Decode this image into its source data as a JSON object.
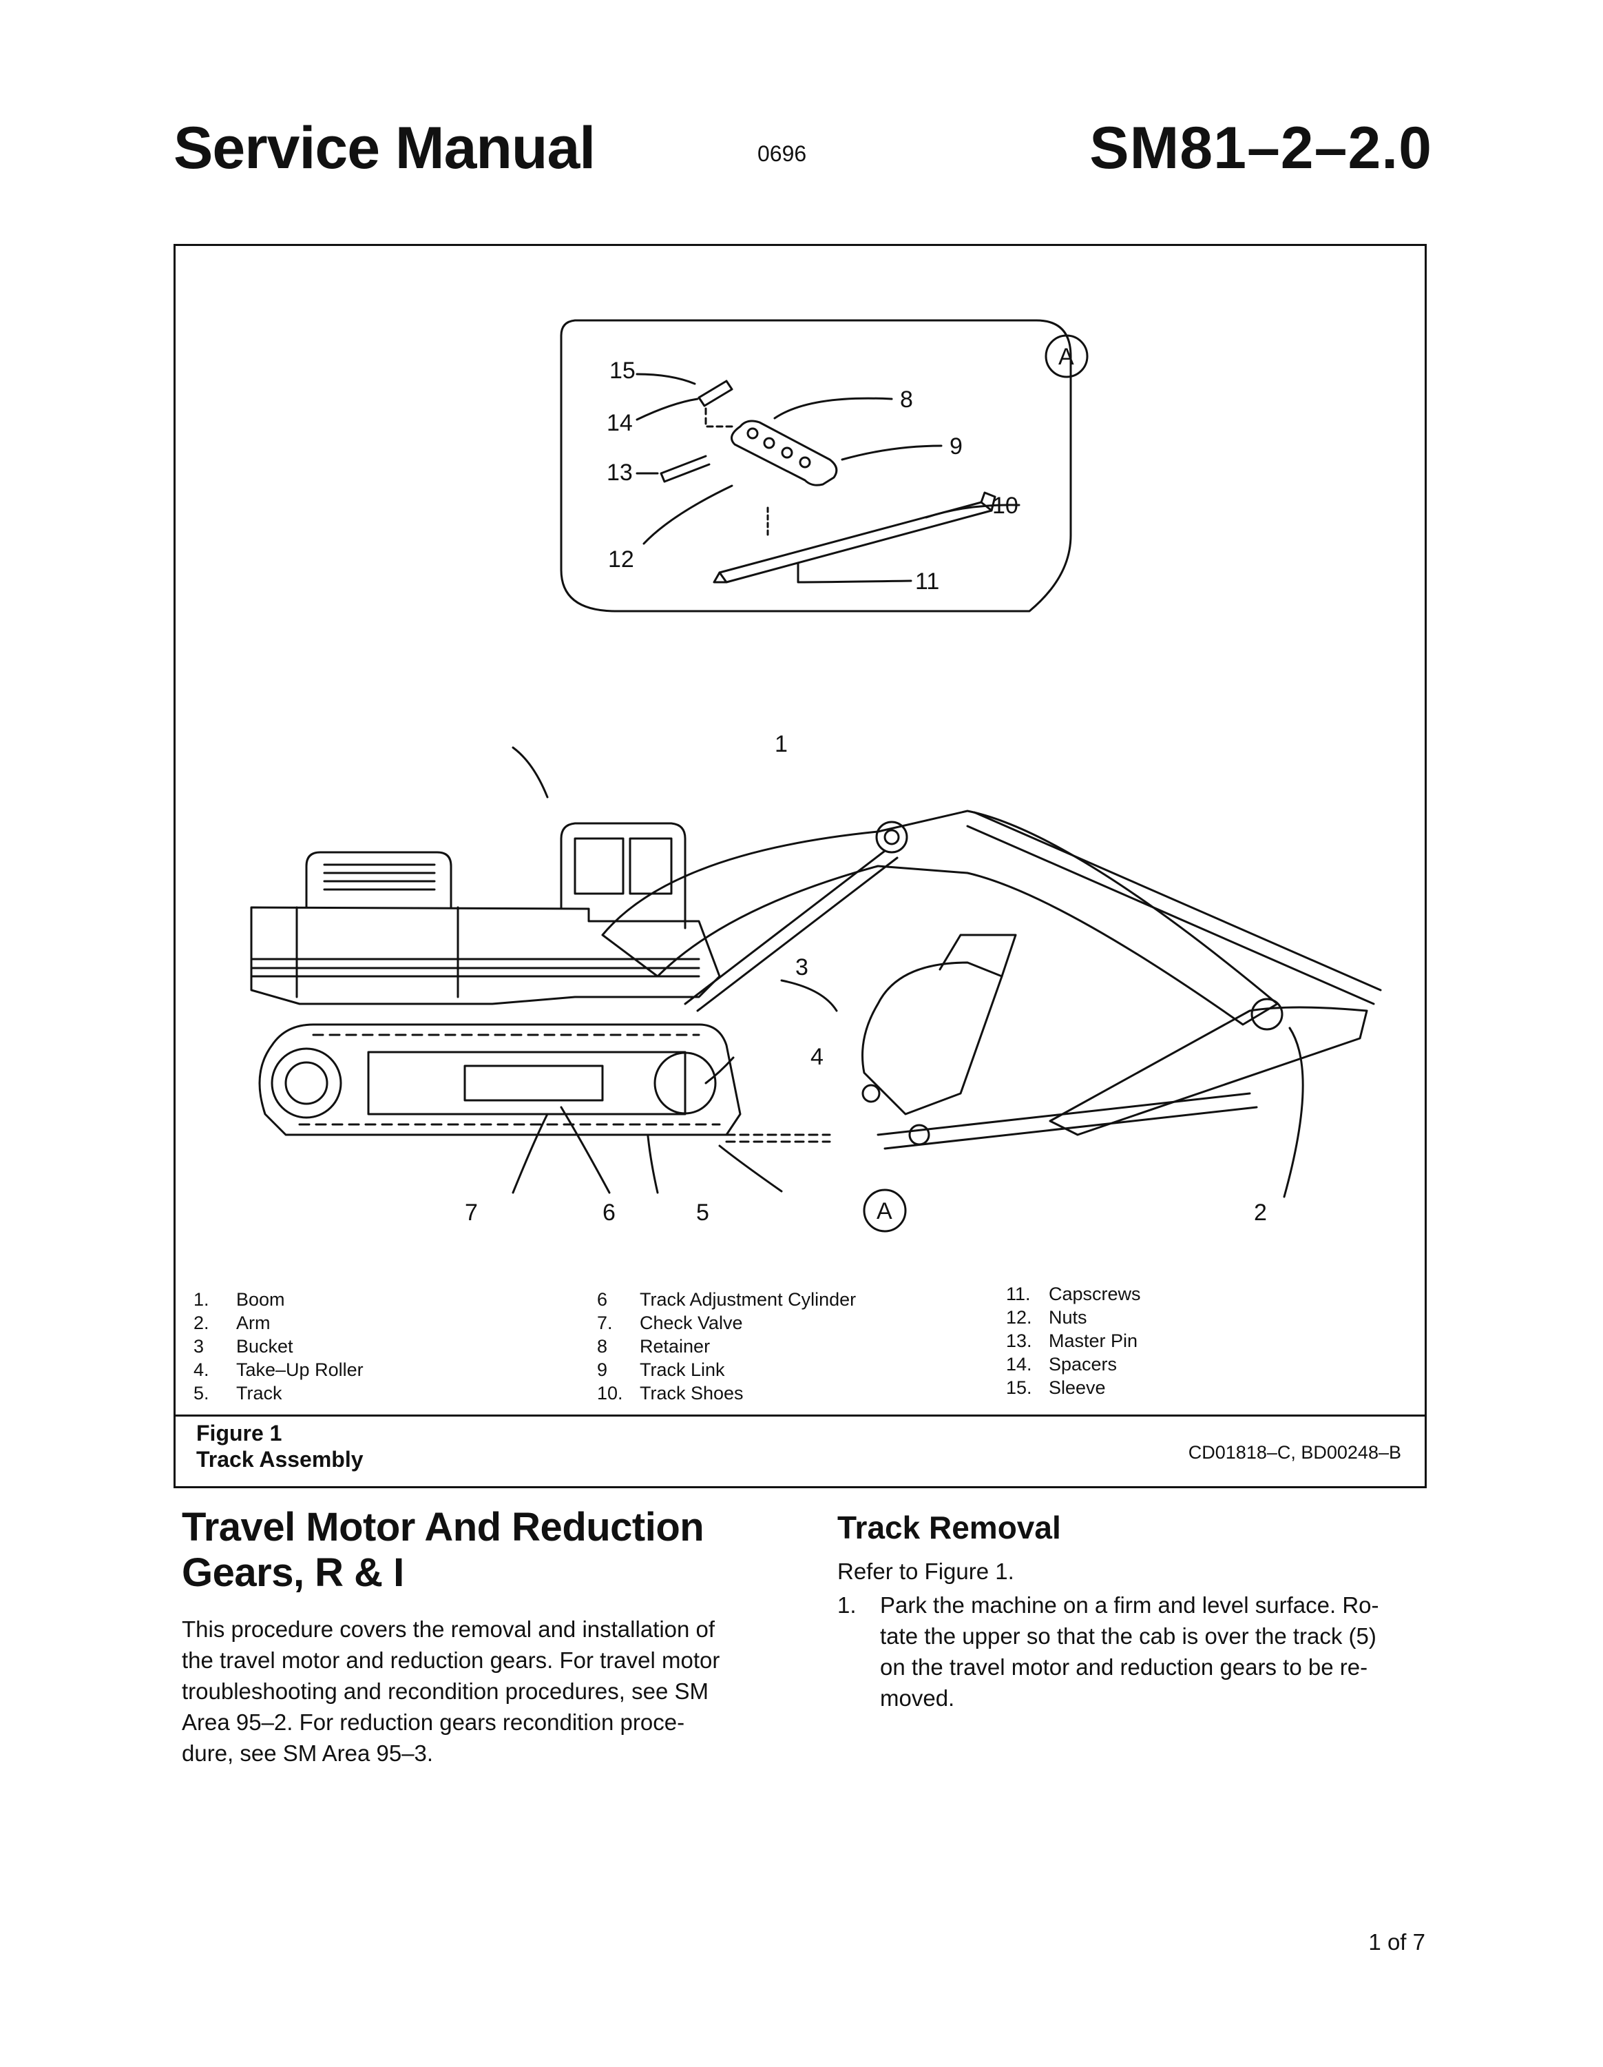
{
  "header": {
    "title": "Service Manual",
    "code": "0696",
    "doc_number": "SM81–2–2.0"
  },
  "figure": {
    "callouts": [
      "1",
      "2",
      "3",
      "4",
      "5",
      "6",
      "7",
      "8",
      "9",
      "10",
      "11",
      "12",
      "13",
      "14",
      "15"
    ],
    "detail_marker": "A",
    "legend_col1": [
      {
        "num": "1.",
        "label": "Boom"
      },
      {
        "num": "2.",
        "label": "Arm"
      },
      {
        "num": "3",
        "label": "Bucket"
      },
      {
        "num": "4.",
        "label": "Take–Up  Roller"
      },
      {
        "num": "5.",
        "label": "Track"
      }
    ],
    "legend_col2": [
      {
        "num": "6",
        "label": "Track Adjustment Cylinder"
      },
      {
        "num": "7.",
        "label": "Check Valve"
      },
      {
        "num": "8",
        "label": "Retainer"
      },
      {
        "num": "9",
        "label": "Track Link"
      },
      {
        "num": "10.",
        "label": "Track Shoes"
      }
    ],
    "legend_col3": [
      {
        "num": "11.",
        "label": "Capscrews"
      },
      {
        "num": "12.",
        "label": "Nuts"
      },
      {
        "num": "13.",
        "label": "Master Pin"
      },
      {
        "num": "14.",
        "label": "Spacers"
      },
      {
        "num": "15.",
        "label": "Sleeve"
      }
    ],
    "label": "Figure 1",
    "name": "Track Assembly",
    "ref": "CD01818–C, BD00248–B"
  },
  "left_section": {
    "heading_line1": "Travel Motor And Reduction",
    "heading_line2": "Gears, R & I",
    "para_lines": [
      "This procedure covers the removal and installation of",
      "the travel motor and reduction gears.  For travel motor",
      "troubleshooting and recondition procedures, see SM",
      "Area 95–2.  For reduction gears recondition proce-",
      "dure, see SM Area 95–3."
    ]
  },
  "right_section": {
    "heading": "Track Removal",
    "intro": "Refer to Figure 1.",
    "step_num": "1.",
    "step_lines": [
      "Park the machine on a firm and level surface.  Ro-",
      "tate the upper so that the cab is over the track (5)",
      "on the travel motor and reduction gears to be re-",
      "moved."
    ]
  },
  "footer": {
    "page": "1 of 7"
  }
}
